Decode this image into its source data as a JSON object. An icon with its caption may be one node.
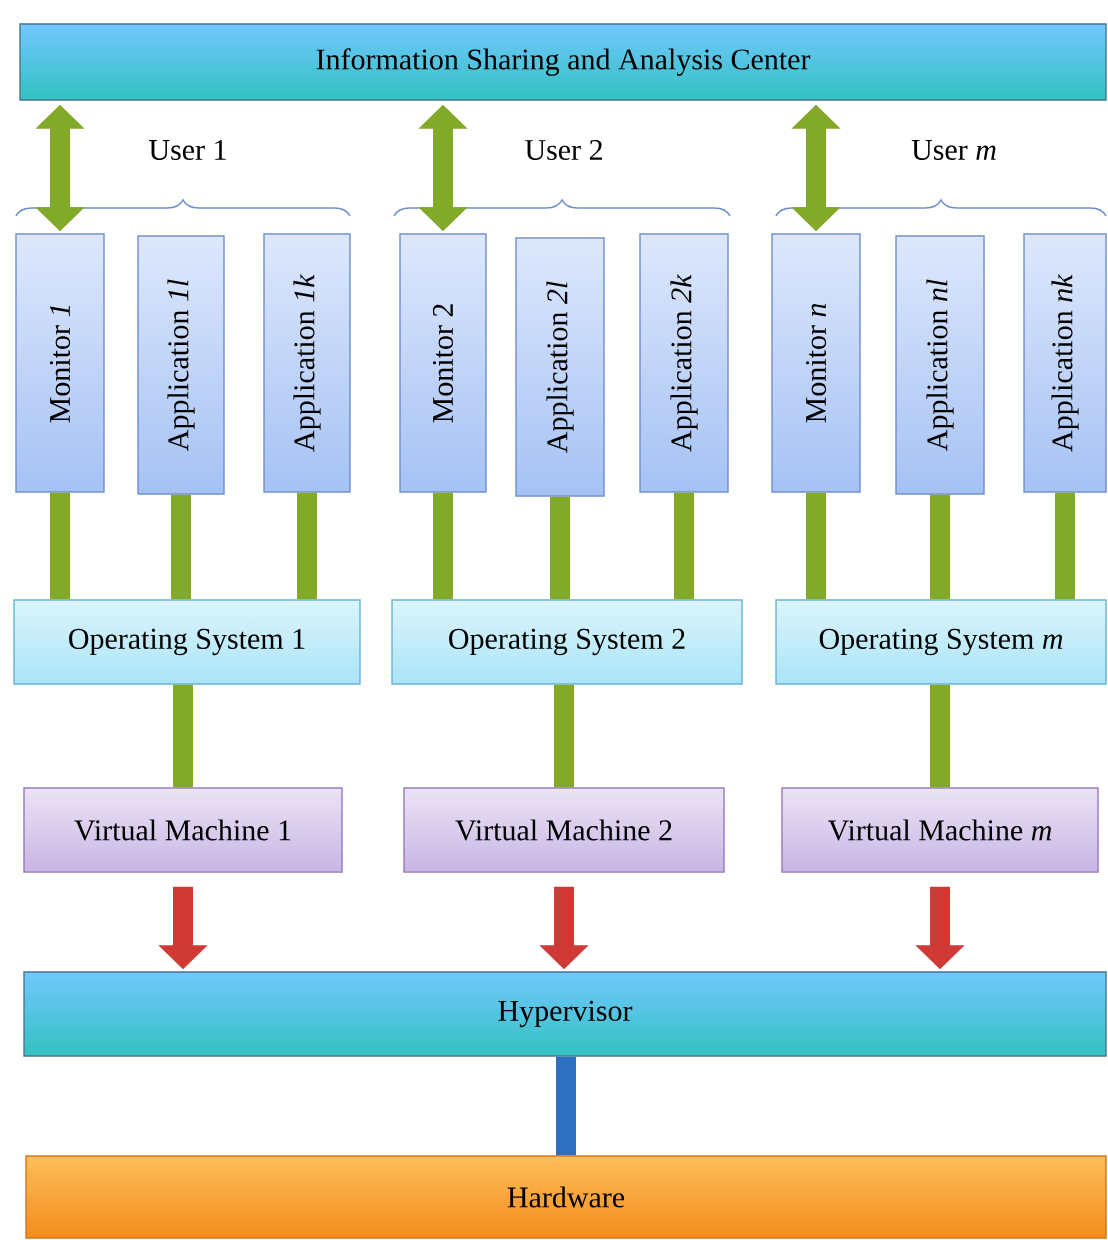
{
  "diagram": {
    "nodes": [
      {
        "text": [
          "Information Sharing and Analysis Center"
        ]
      },
      {
        "text": [
          "Monitor *1*"
        ]
      },
      {
        "text": [
          "Application *1l*"
        ]
      },
      {
        "text": [
          "Application *1k*"
        ]
      },
      {
        "text": [
          "Monitor 2"
        ]
      },
      {
        "text": [
          "Application *2l*"
        ]
      },
      {
        "text": [
          "Application *2k*"
        ]
      },
      {
        "text": [
          "Monitor *n*"
        ]
      },
      {
        "text": [
          "Application *nl*"
        ]
      },
      {
        "text": [
          "Application *nk*"
        ]
      },
      {
        "text": [
          "Operating System 1"
        ]
      },
      {
        "text": [
          "Operating System 2"
        ]
      },
      {
        "text": [
          "Operating System *m*"
        ]
      },
      {
        "text": [
          "Virtual Machine 1"
        ]
      },
      {
        "text": [
          "Virtual Machine 2"
        ]
      },
      {
        "text": [
          "Virtual Machine *m*"
        ]
      },
      {
        "text": [
          "Hypervisor"
        ]
      },
      {
        "text": [
          "Hardware"
        ]
      }
    ],
    "edges": [
      {
        "from": 0,
        "to": 1,
        "arrow": "both"
      },
      {
        "from": 0,
        "to": 4,
        "arrow": "both"
      },
      {
        "from": 0,
        "to": 7,
        "arrow": "both"
      },
      {
        "from": 1,
        "to": 10,
        "arrow": "none"
      },
      {
        "from": 2,
        "to": 10,
        "arrow": "none"
      },
      {
        "from": 3,
        "to": 10,
        "arrow": "none"
      },
      {
        "from": 4,
        "to": 11,
        "arrow": "none"
      },
      {
        "from": 5,
        "to": 11,
        "arrow": "none"
      },
      {
        "from": 6,
        "to": 11,
        "arrow": "none"
      },
      {
        "from": 7,
        "to": 12,
        "arrow": "none"
      },
      {
        "from": 8,
        "to": 12,
        "arrow": "none"
      },
      {
        "from": 9,
        "to": 12,
        "arrow": "none"
      },
      {
        "from": 10,
        "to": 13,
        "arrow": "none"
      },
      {
        "from": 11,
        "to": 14,
        "arrow": "none"
      },
      {
        "from": 12,
        "to": 15,
        "arrow": "none"
      },
      {
        "from": 13,
        "to": 16,
        "arrow": "to",
        "color": "#d03a35"
      },
      {
        "from": 14,
        "to": 16,
        "arrow": "to",
        "color": "#d03a35"
      },
      {
        "from": 15,
        "to": 16,
        "arrow": "to",
        "color": "#d03a35"
      },
      {
        "from": 16,
        "to": 17,
        "arrow": "none",
        "color": "#2e6fc0"
      }
    ],
    "labels": [
      "User 1",
      "User 2",
      "User *m*"
    ]
  }
}
